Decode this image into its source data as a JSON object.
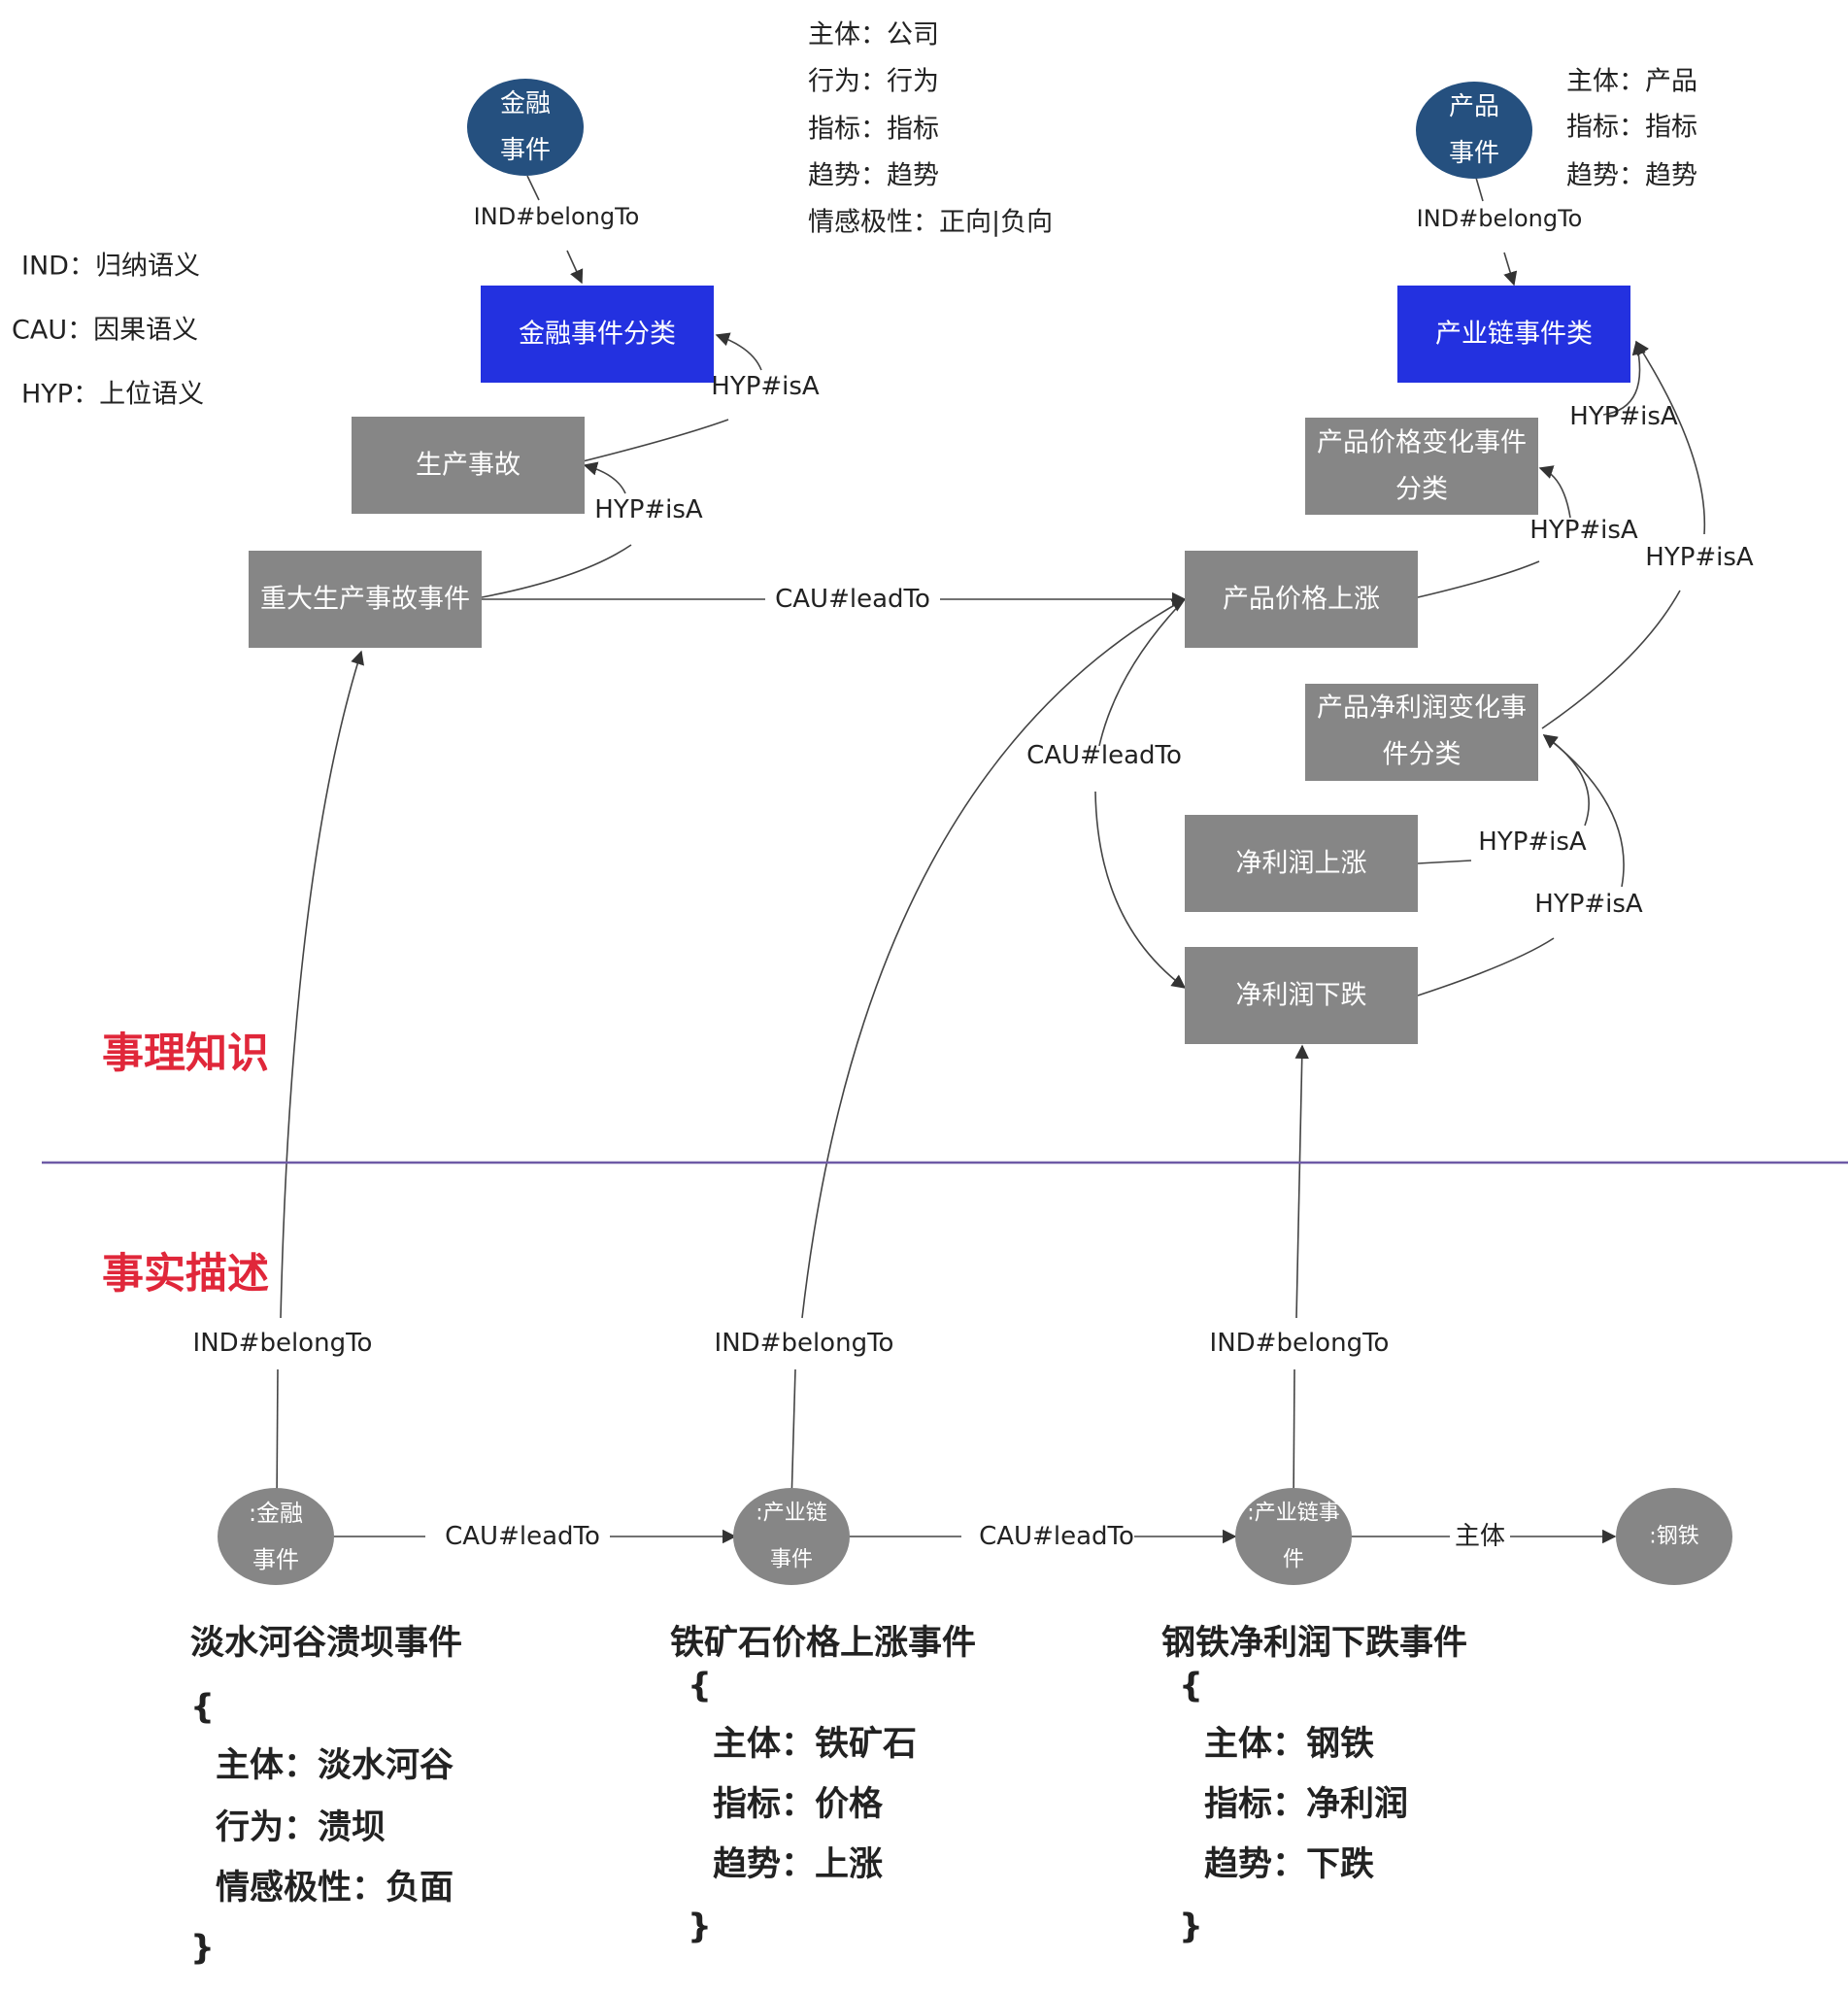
{
  "legend": {
    "ind": "IND：归纳语义",
    "cau": "CAU：因果语义",
    "hyp": "HYP：上位语义"
  },
  "financial_schema": [
    "主体：公司",
    "行为：行为",
    "指标：指标",
    "趋势：趋势",
    "情感极性：正向|负向"
  ],
  "product_schema": [
    "主体：产品",
    "指标：指标",
    "趋势：趋势"
  ],
  "nodes": {
    "fin_event_circle": [
      "金融",
      "事件"
    ],
    "prod_event_circle": [
      "产品",
      "事件"
    ],
    "fin_class": "金融事件分类",
    "chain_class": "产业链事件类",
    "prod_accident": "生产事故",
    "major_accident": "重大生产事故事件",
    "price_change_class": [
      "产品价格变化事件",
      "分类"
    ],
    "price_up": "产品价格上涨",
    "profit_change_class": [
      "产品净利润变化事",
      "件分类"
    ],
    "profit_up": "净利润上涨",
    "profit_down": "净利润下跌",
    "inst_fin": [
      ":金融",
      "事件"
    ],
    "inst_chain1": [
      ":产业链",
      "事件"
    ],
    "inst_chain2": [
      ":产业链事",
      "件"
    ],
    "inst_steel": ":钢铁"
  },
  "edge_labels": {
    "ind_belong": "IND#belongTo",
    "hyp_isa": "HYP#isA",
    "cau_lead": "CAU#leadTo",
    "subject": "主体"
  },
  "sections": {
    "theory": "事理知识",
    "facts": "事实描述"
  },
  "facts": [
    {
      "title": "淡水河谷溃坝事件",
      "open": "{",
      "lines": [
        "主体：淡水河谷",
        "行为：溃坝",
        "情感极性：负面"
      ],
      "close": "}"
    },
    {
      "title": "铁矿石价格上涨事件",
      "open": "{",
      "lines": [
        "主体：铁矿石",
        "指标：价格",
        "趋势：上涨"
      ],
      "close": "}"
    },
    {
      "title": "钢铁净利润下跌事件",
      "open": "{",
      "lines": [
        "主体：钢铁",
        "指标：净利润",
        "趋势：下跌"
      ],
      "close": "}"
    }
  ],
  "colors": {
    "blue_rect": "#2331e0",
    "gray_rect": "#868686",
    "dark_circle": "#25507f",
    "gray_circle": "#868686",
    "section_red": "#e0273a",
    "divider": "#6e5aa6",
    "edge": "#333333"
  }
}
